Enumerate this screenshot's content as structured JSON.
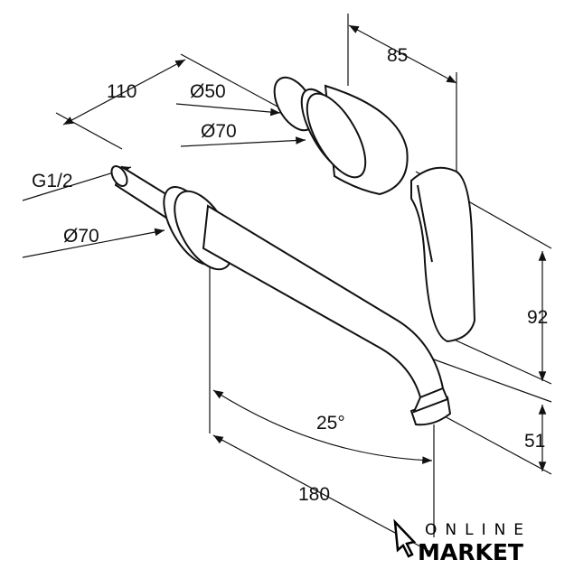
{
  "drawing": {
    "dimensions": {
      "d110": "110",
      "d50": "Ø50",
      "d70_upper": "Ø70",
      "g12": "G1/2",
      "d70_lower": "Ø70",
      "d85": "85",
      "d92": "92",
      "d51": "51",
      "angle": "25°",
      "d180": "180"
    }
  },
  "logo": {
    "top": "ONLINE",
    "bottom": "MARKET"
  }
}
